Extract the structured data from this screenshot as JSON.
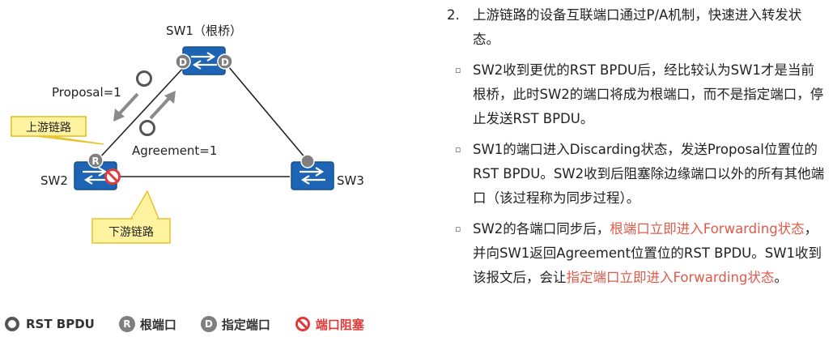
{
  "diagram": {
    "sw1_label": "SW1（根桥）",
    "sw2_label": "SW2",
    "sw3_label": "SW3",
    "proposal_label": "Proposal=1",
    "agreement_label": "Agreement=1",
    "upstream_callout": "上游链路",
    "downstream_callout": "下游链路",
    "root_port_letter": "R",
    "designated_port_letter": "D",
    "colors": {
      "switch": "#1e64b4",
      "port": "#7f7f7f",
      "callout_fill": "#fff3a0",
      "callout_border": "#e8c22a",
      "block": "#e03a3a"
    }
  },
  "legend": {
    "rst_bpdu": "RST BPDU",
    "root_port": "根端口",
    "designated_port": "指定端口",
    "port_blocked": "端口阻塞",
    "root_letter": "R",
    "designated_letter": "D"
  },
  "text": {
    "heading_num": "2.",
    "heading": "上游链路的设备互联端口通过P/A机制，快速进入转发状态。",
    "bullet_mark": "▫",
    "bullet1": "SW2收到更优的RST BPDU后，经比较认为SW1才是当前根桥，此时SW2的端口将成为根端口，而不是指定端口，停止发送RST BPDU。",
    "bullet2": "SW1的端口进入Discarding状态，发送Proposal位置位的RST BPDU。SW2收到后阻塞除边缘端口以外的所有其他端口（该过程称为同步过程）。",
    "bullet3_a": "SW2的各端口同步后，",
    "bullet3_b": "根端口立即进入Forwarding状态",
    "bullet3_c": "，并向SW1返回Agreement位置位的RST BPDU。SW1收到该报文后，会让",
    "bullet3_d": "指定端口立即进入Forwarding状态",
    "bullet3_e": "。"
  }
}
